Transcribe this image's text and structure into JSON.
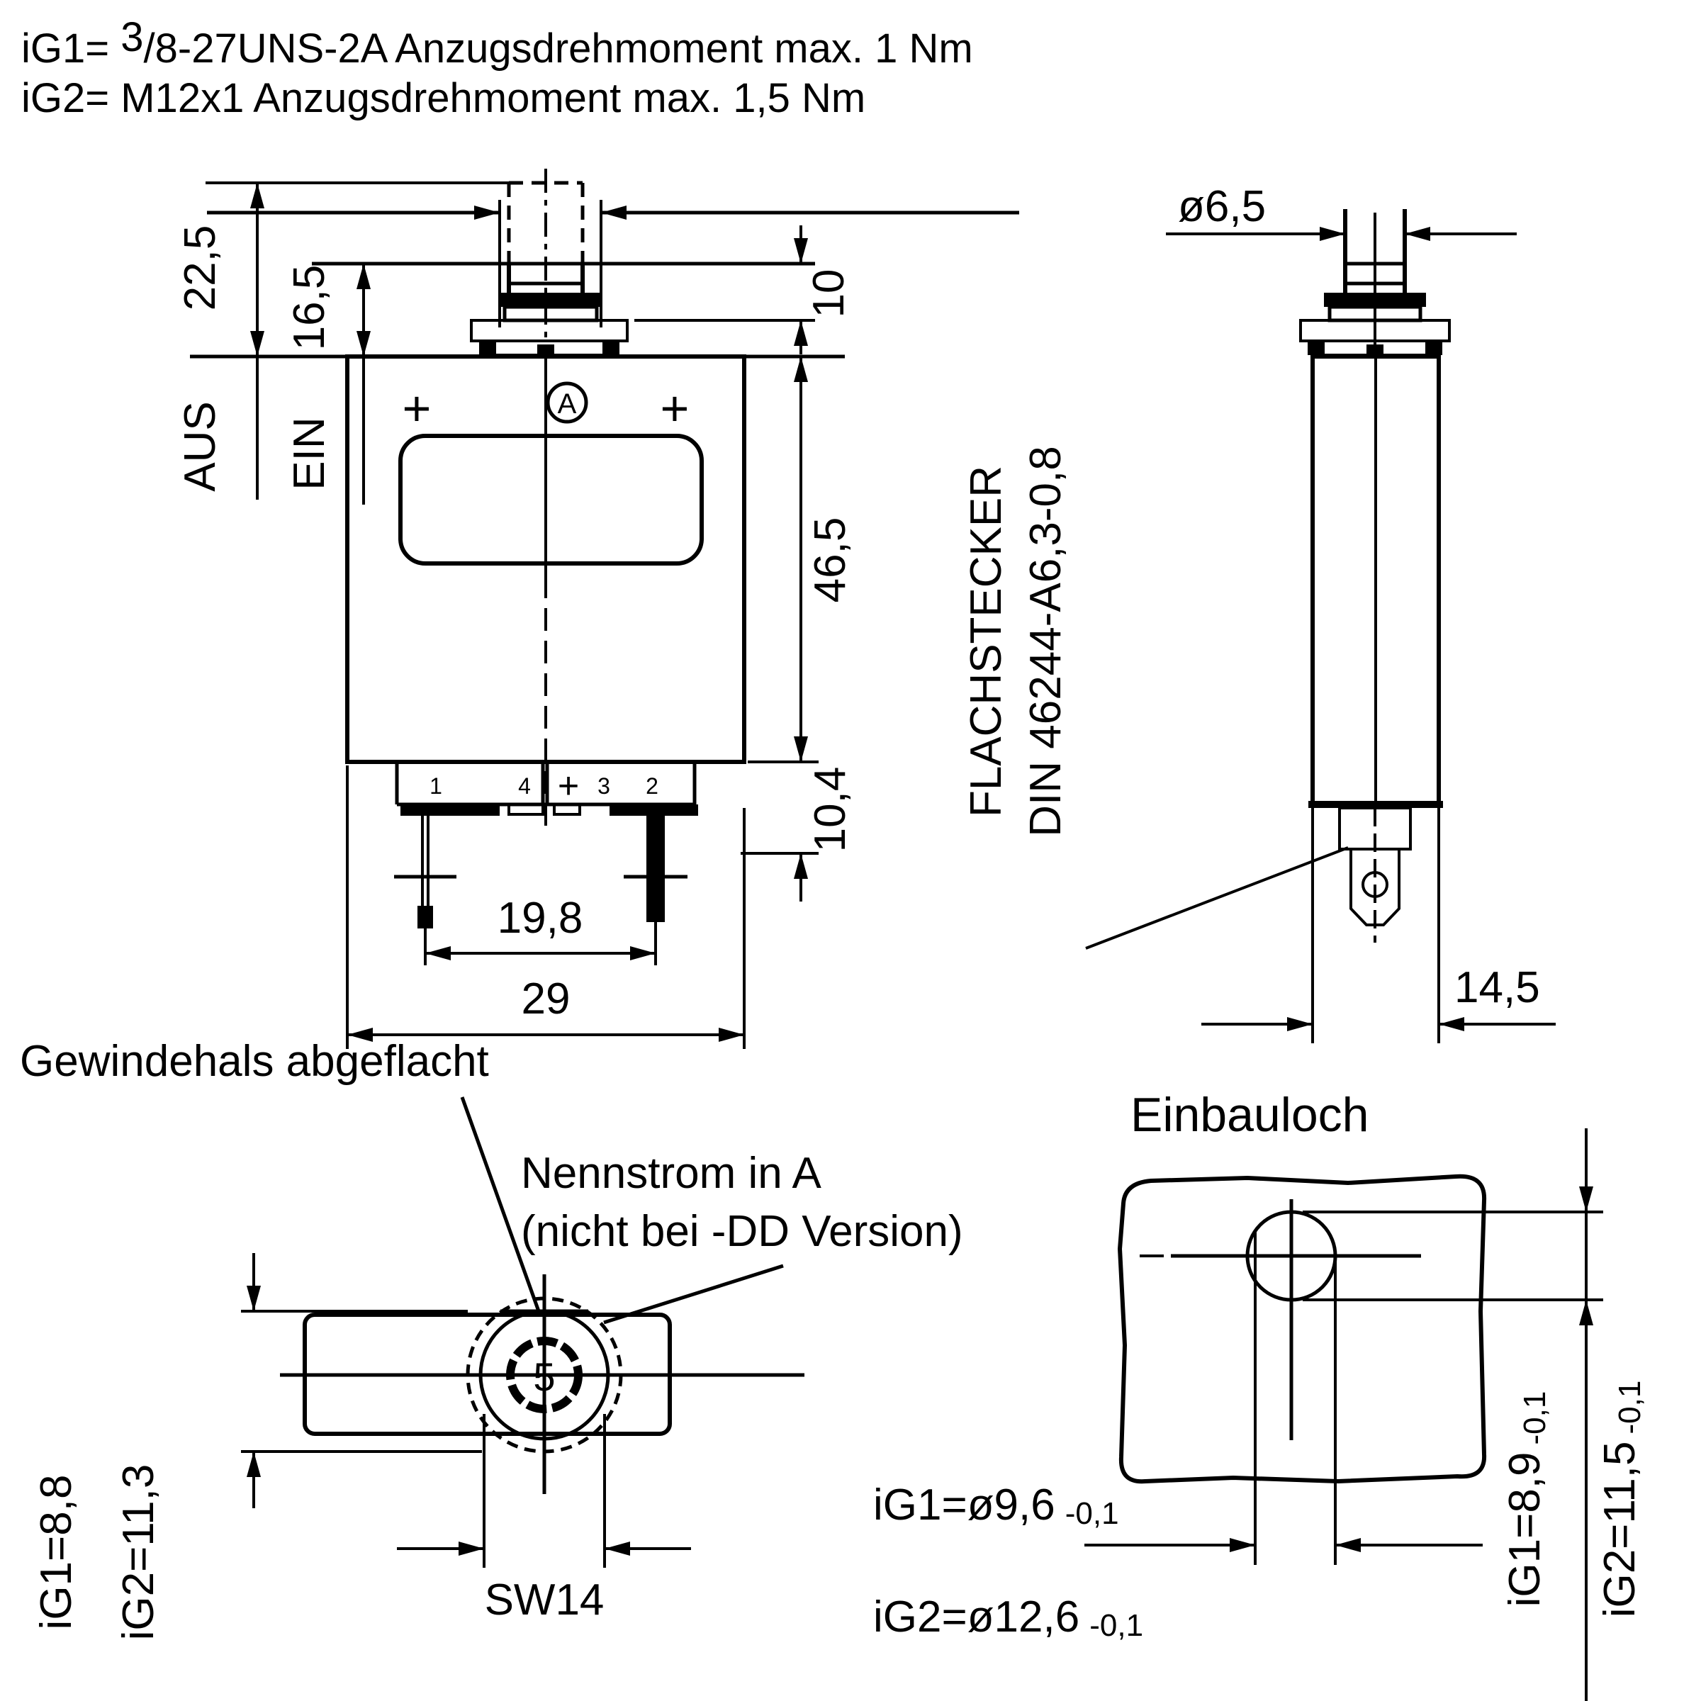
{
  "colors": {
    "ink": "#000000",
    "paper": "#ffffff"
  },
  "header": {
    "line1_prefix": "iG1= ",
    "line1_sup": "3",
    "line1_rest": "/8-27UNS-2A Anzugsdrehmoment max. 1 Nm",
    "line2": "iG2= M12x1 Anzugsdrehmoment max. 1,5 Nm"
  },
  "front_view": {
    "dim_aus": "22,5",
    "label_aus": "AUS",
    "dim_ein": "16,5",
    "label_ein": "EIN",
    "dim_button_height": "10",
    "dim_body_height": "46,5",
    "dim_terminal_length": "10,4",
    "dim_pin_spacing": "19,8",
    "dim_body_width": "29",
    "marking_plus_left": "+",
    "marking_plus_right": "+",
    "marking_letter": "A",
    "terminal_labels": [
      "1",
      "4",
      "+",
      "3",
      "2"
    ]
  },
  "side_view": {
    "dim_button_dia": "ø6,5",
    "terminal_note_line1": "FLACHSTECKER",
    "terminal_note_line2": "DIN 46244-A6,3-0,8",
    "dim_depth": "14,5"
  },
  "top_view": {
    "note_flat": "Gewindehals abgeflacht",
    "note_current_line1": "Nennstrom in A",
    "note_current_line2": "(nicht bei -DD Version)",
    "rated_current": "5",
    "dim_wrench": "SW14",
    "dim_flat_ig1": "iG1=8,8",
    "dim_flat_ig2": "iG2=11,3"
  },
  "mounting_hole": {
    "title": "Einbauloch",
    "dim_dia_ig1": "iG1=ø9,6",
    "dim_dia_ig1_tol": "-0,1",
    "dim_dia_ig2": "iG2=ø12,6",
    "dim_dia_ig2_tol": "-0,1",
    "dim_height_ig1": "iG1=8,9",
    "dim_height_ig1_tol": "-0,1",
    "dim_height_ig2": "iG2=11,5",
    "dim_height_ig2_tol": "-0,1"
  }
}
